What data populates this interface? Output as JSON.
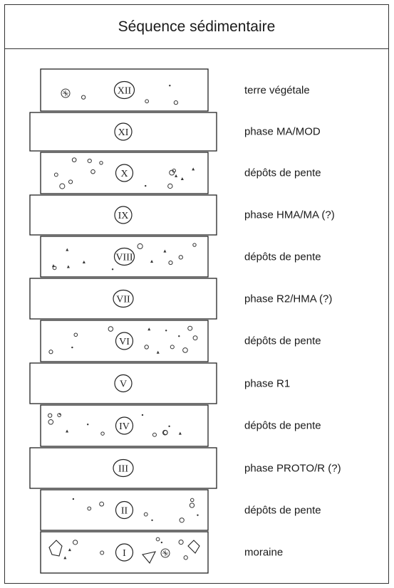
{
  "title": "Séquence sédimentaire",
  "layers": [
    {
      "numeral": "XII",
      "label": "terre végétale",
      "kind": "soil"
    },
    {
      "numeral": "XI",
      "label": "phase MA/MOD",
      "kind": "phase"
    },
    {
      "numeral": "X",
      "label": "dépôts de pente",
      "kind": "slope"
    },
    {
      "numeral": "IX",
      "label": "phase HMA/MA (?)",
      "kind": "phase"
    },
    {
      "numeral": "VIII",
      "label": "dépôts de pente",
      "kind": "slope"
    },
    {
      "numeral": "VII",
      "label": "phase R2/HMA (?)",
      "kind": "phase"
    },
    {
      "numeral": "VI",
      "label": "dépôts de pente",
      "kind": "slope"
    },
    {
      "numeral": "V",
      "label": "phase R1",
      "kind": "phase"
    },
    {
      "numeral": "IV",
      "label": "dépôts de pente",
      "kind": "slope"
    },
    {
      "numeral": "III",
      "label": "phase PROTO/R (?)",
      "kind": "phase"
    },
    {
      "numeral": "II",
      "label": "dépôts de pente",
      "kind": "slope"
    },
    {
      "numeral": "I",
      "label": "moraine",
      "kind": "moraine"
    }
  ]
}
